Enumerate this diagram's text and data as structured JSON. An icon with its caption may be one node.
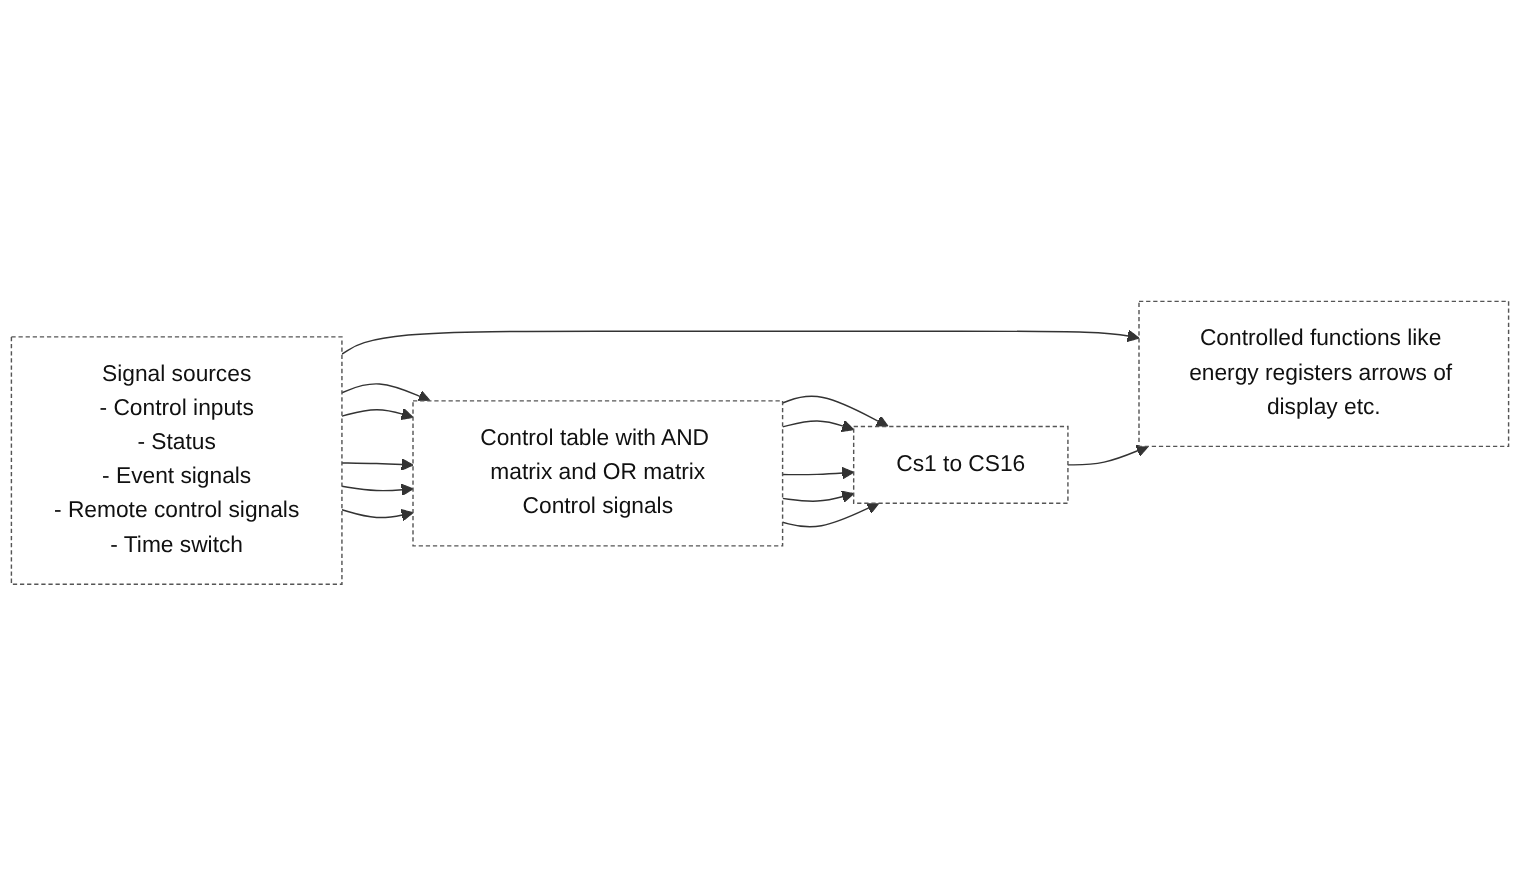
{
  "diagram": {
    "nodes": [
      {
        "text": [
          "Signal sources",
          "- Control inputs",
          "- Status",
          "- Event signals",
          "- Remote control signals",
          "- Time switch"
        ]
      },
      {
        "text": [
          "Control table with AND matrix and OR matrix",
          "Control signals"
        ]
      },
      {
        "text": [
          "Cs1 to CS16"
        ]
      },
      {
        "text": [
          "Controlled functions like energy registers arrows of display etc."
        ]
      }
    ],
    "edges": [
      {
        "from": 0,
        "to": 1,
        "arrow": "to"
      },
      {
        "from": 0,
        "to": 1,
        "arrow": "to"
      },
      {
        "from": 0,
        "to": 1,
        "arrow": "to"
      },
      {
        "from": 0,
        "to": 1,
        "arrow": "to"
      },
      {
        "from": 0,
        "to": 1,
        "arrow": "to"
      },
      {
        "from": 1,
        "to": 2,
        "arrow": "to"
      },
      {
        "from": 1,
        "to": 2,
        "arrow": "to"
      },
      {
        "from": 1,
        "to": 2,
        "arrow": "to"
      },
      {
        "from": 1,
        "to": 2,
        "arrow": "to"
      },
      {
        "from": 1,
        "to": 2,
        "arrow": "to"
      },
      {
        "from": 0,
        "to": 3,
        "arrow": "to"
      },
      {
        "from": 2,
        "to": 3,
        "arrow": "to"
      }
    ]
  }
}
